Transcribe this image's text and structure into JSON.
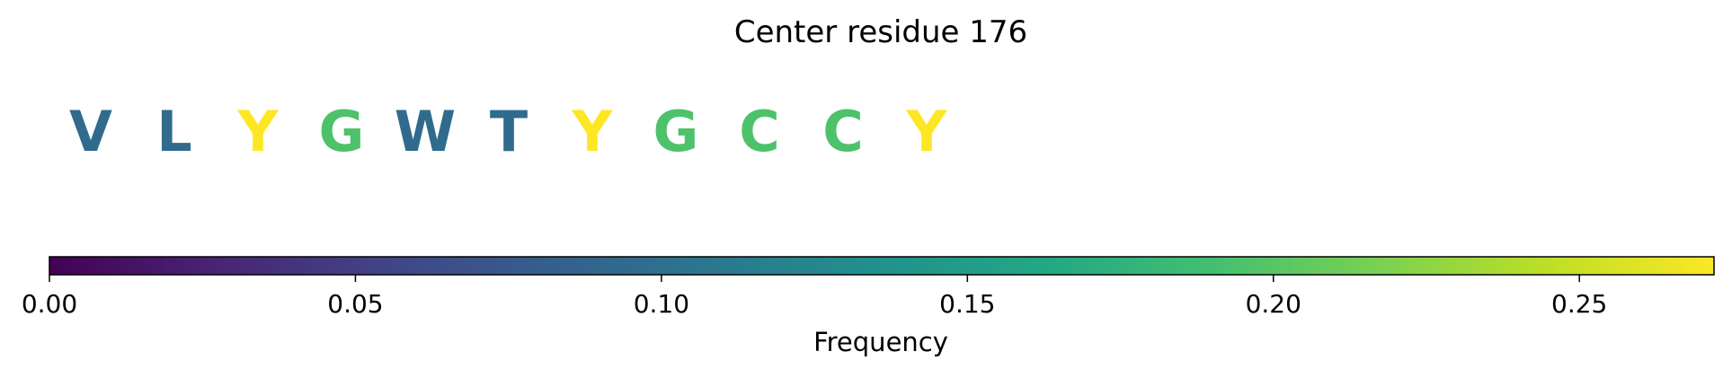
{
  "chart_data": {
    "type": "sequence-colorbar",
    "title": "Center residue 176",
    "residues": [
      "V",
      "L",
      "Y",
      "G",
      "W",
      "T",
      "Y",
      "G",
      "C",
      "C",
      "Y"
    ],
    "frequencies": [
      0.095,
      0.095,
      0.272,
      0.195,
      0.095,
      0.095,
      0.272,
      0.195,
      0.195,
      0.195,
      0.272
    ],
    "colorbar": {
      "label": "Frequency",
      "range": [
        0,
        0.272
      ],
      "ticks": [
        0.0,
        0.05,
        0.1,
        0.15,
        0.2,
        0.25
      ],
      "tick_labels": [
        "0.00",
        "0.05",
        "0.10",
        "0.15",
        "0.20",
        "0.25"
      ],
      "colormap": "viridis"
    }
  }
}
